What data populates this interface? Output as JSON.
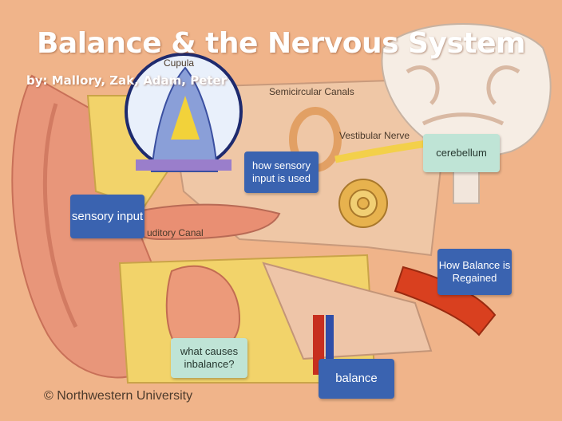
{
  "slide": {
    "title": "Balance & the Nervous System",
    "authors": "by: Mallory, Zak, Adam, Peter",
    "copyright": "© Northwestern University"
  },
  "diagram_labels": {
    "cupula": "Cupula",
    "semicircular_canals": "Semicircular Canals",
    "vestibular_nerve": "Vestibular Nerve",
    "auditory_canal": "uditory Canal"
  },
  "cards": {
    "how_sensory_input_used": "how sensory input is used",
    "cerebellum": "cerebellum",
    "sensory_input": "sensory input",
    "how_balance_regained": "How Balance is Regained",
    "what_causes_inbalance": "what causes inbalance?",
    "balance": "balance"
  }
}
